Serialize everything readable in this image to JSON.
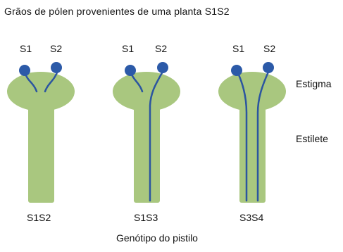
{
  "title": "Grãos de pólen provenientes de uma planta S1S2",
  "colors": {
    "pistil": "#a9c77f",
    "pollen": "#2c5aa8",
    "tube": "#2b55a0"
  },
  "pistils": [
    {
      "pollen_labels": [
        "S1",
        "S2"
      ],
      "genotype": "S1S2",
      "tube_growth": [
        "stops-at-stigma",
        "stops-at-stigma"
      ]
    },
    {
      "pollen_labels": [
        "S1",
        "S2"
      ],
      "genotype": "S1S3",
      "tube_growth": [
        "stops-at-stigma",
        "reaches-base"
      ]
    },
    {
      "pollen_labels": [
        "S1",
        "S2"
      ],
      "genotype": "S3S4",
      "tube_growth": [
        "reaches-base",
        "reaches-base"
      ]
    }
  ],
  "labels": {
    "stigma": "Estigma",
    "style": "Estilete"
  },
  "caption": "Genótipo do pistilo"
}
